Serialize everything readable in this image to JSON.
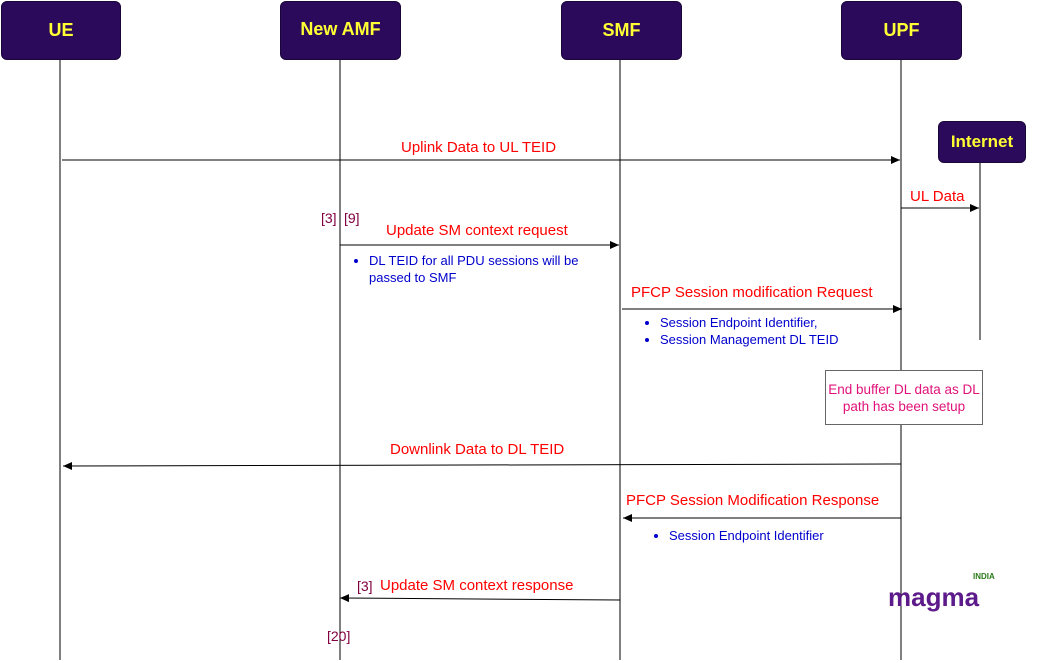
{
  "participants": {
    "ue": "UE",
    "amf": "New AMF",
    "smf": "SMF",
    "upf": "UPF",
    "internet": "Internet"
  },
  "messages": {
    "uplink": "Uplink Data to UL TEID",
    "ul_data": "UL Data",
    "update_req": "Update SM context request",
    "pfcp_req": "PFCP Session modification Request",
    "downlink": "Downlink Data to DL TEID",
    "pfcp_resp": "PFCP Session Modification Response",
    "update_resp": "Update SM context response"
  },
  "refs": {
    "r3_9_a": "[3]",
    "r3_9_b": "[9]",
    "r3_b": "[3]",
    "r20": "[20]"
  },
  "bullets": {
    "update_req": [
      "DL TEID for all PDU sessions will be passed to SMF"
    ],
    "pfcp_req": [
      "Session Endpoint Identifier,",
      "Session Management DL TEID"
    ],
    "pfcp_resp": [
      "Session Endpoint Identifier"
    ]
  },
  "note": "End buffer DL data as DL path has been setup",
  "logo": {
    "word": "magma",
    "tag": "INDIA"
  },
  "colors": {
    "box_fill": "#2b0a5c",
    "box_text": "#ffff33",
    "message": "#ff0000",
    "bullet": "#0000cc",
    "note": "#e0127a"
  }
}
